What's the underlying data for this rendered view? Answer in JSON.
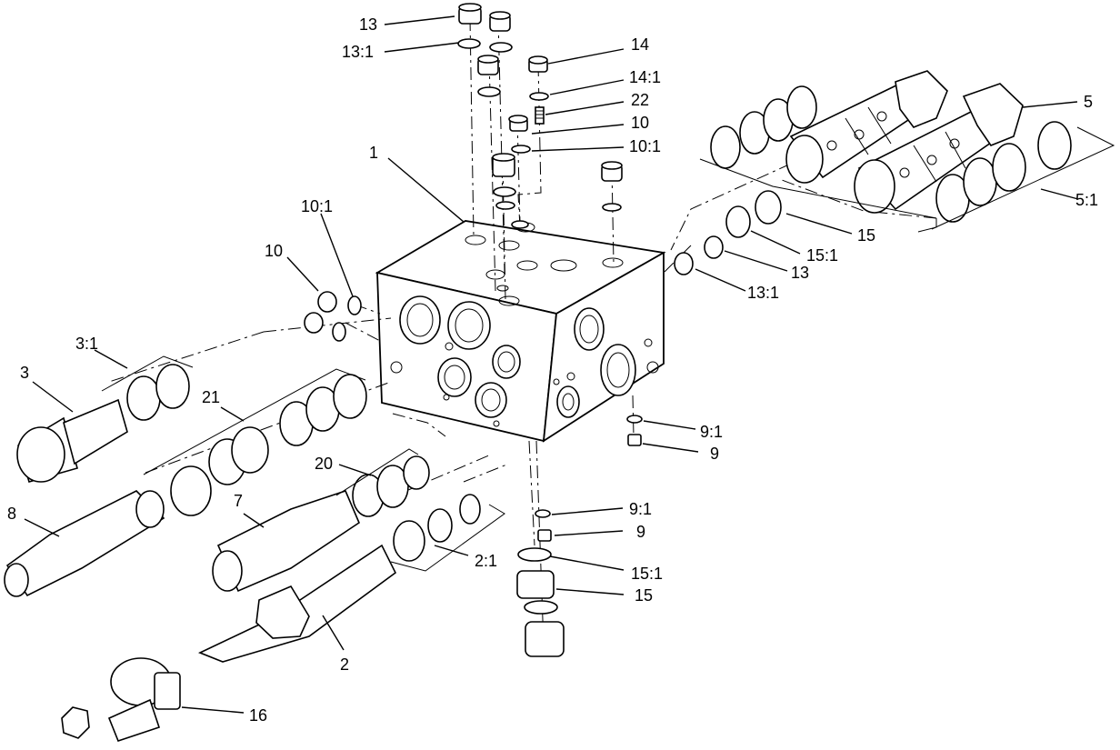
{
  "callouts": {
    "c1": "1",
    "c2": "2",
    "c2_1": "2:1",
    "c3": "3",
    "c3_1": "3:1",
    "c5": "5",
    "c5_1": "5:1",
    "c7": "7",
    "c8": "8",
    "c9_a": "9",
    "c9_1_a": "9:1",
    "c9_b": "9",
    "c9_1_b": "9:1",
    "c10_top": "10",
    "c10_1_top": "10:1",
    "c10_left": "10",
    "c10_1_left": "10:1",
    "c13_top": "13",
    "c13_1_top": "13:1",
    "c13_right": "13",
    "c13_1_right": "13:1",
    "c14": "14",
    "c14_1": "14:1",
    "c15_right": "15",
    "c15_1_right": "15:1",
    "c15_bottom": "15",
    "c15_1_bottom": "15:1",
    "c16": "16",
    "c20": "20",
    "c21": "21",
    "c22": "22"
  }
}
